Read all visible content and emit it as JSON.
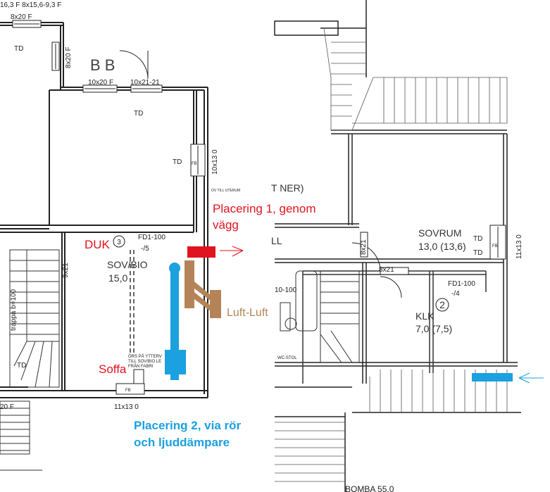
{
  "labels": {
    "top_left_dims": "16,3 F 8x15,6-9,3 F",
    "window_8x20_top": "8x20 F",
    "td_top_left": "TD",
    "window_8x20_vertical": "8x20 F",
    "bb": "B B",
    "window_10x20": "10x20 F",
    "window_10x21": "10x21-21",
    "td_center": "TD",
    "td_right_wall": "TD",
    "fb_right_wall": "FB",
    "dim_10x13": "10x13 0",
    "fd1_text": "FD1-100",
    "fd1_sub": "-/5",
    "room_num_3": "3",
    "room_name_sovbio": "SOV/BIO",
    "room_area_sovbio": "15,0",
    "window_9x21": "9x21",
    "trappa": "trappa b=100",
    "td_bottom_left": "TD",
    "fb_bottom": "FB",
    "dim_11x13": "11x13 0",
    "dim_20_bottom": "20 F",
    "note_ytterv": "ÖRS PÅ YTTERV",
    "note_sovbio": "TILL SOV/BIO LE",
    "note_fabri": "FRÅN FABRI",
    "note_wall": "OV TILL UTERUM",
    "right_ner": "T NER)",
    "right_ll": "LL",
    "sovrum_name": "SOVRUM",
    "sovrum_area": "13,0 (13,6)",
    "td_right_1": "TD",
    "td_right_2": "TD",
    "fb_right": "FB",
    "dim_11x13_right": "11x13 0",
    "window_8x21": "8x21",
    "window_8x21_b": "8x21",
    "fd1_right": "FD1-100",
    "fd1_right_sub": "-/4",
    "room_num_2": "2",
    "klk_name": "KLK",
    "klk_area": "7,0 (7,5)",
    "ten_label": "10-100",
    "wc_label": "WC-STOL",
    "bottom_cut": "BOMBA 55,0"
  },
  "annotations": {
    "placering1_line1": "Placering 1, genom",
    "placering1_line2": "vägg",
    "duk": "DUK",
    "luft": "Luft-Luft",
    "soffa": "Soffa",
    "placering2_line1": "Placering 2, via rör",
    "placering2_line2": "och ljuddämpare"
  },
  "colors": {
    "red_marker": "#e0131e",
    "blue_marker": "#1ba0e0",
    "brown_unit": "#b48458",
    "line": "#222222"
  }
}
